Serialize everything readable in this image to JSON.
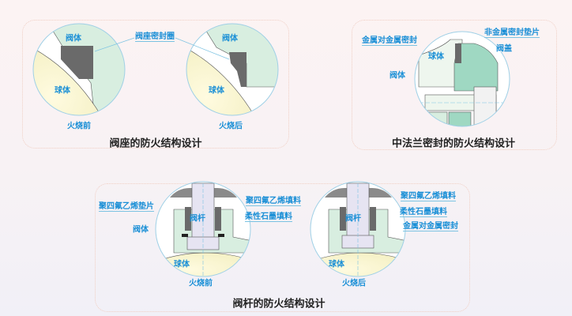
{
  "seat_panel": {
    "title": "阀座的防火结构设计",
    "before": {
      "body": "阀体",
      "ball": "球体",
      "caption": "火烧前"
    },
    "after": {
      "body": "阀体",
      "ball": "球体",
      "caption": "火烧后"
    },
    "seal_ring": "阀座密封圈"
  },
  "flange_panel": {
    "title": "中法兰密封的防火结构设计",
    "metal_seal": "金属对金属密封",
    "nonmetal_gasket": "非金属密封垫片",
    "ball": "球体",
    "bonnet": "阀盖",
    "body": "阀体"
  },
  "stem_panel": {
    "title": "阀杆的防火结构设计",
    "before": {
      "ptfe_gasket": "聚四氟乙烯垫片",
      "body": "阀体",
      "stem": "阀杆",
      "ptfe_packing": "聚四氟乙烯填料",
      "graphite_packing": "柔性石墨填料",
      "ball": "球体",
      "caption": "火烧前"
    },
    "after": {
      "stem": "阀杆",
      "ptfe_packing": "聚四氟乙烯填料",
      "graphite_packing": "柔性石墨填料",
      "metal_seal": "金属对金属密封",
      "ball": "球体",
      "caption": "火烧后"
    }
  },
  "colors": {
    "label": "#1a8fd6",
    "body": "#d8eee0",
    "ball": "#fdf8d8",
    "seal": "#6a6a6a"
  }
}
